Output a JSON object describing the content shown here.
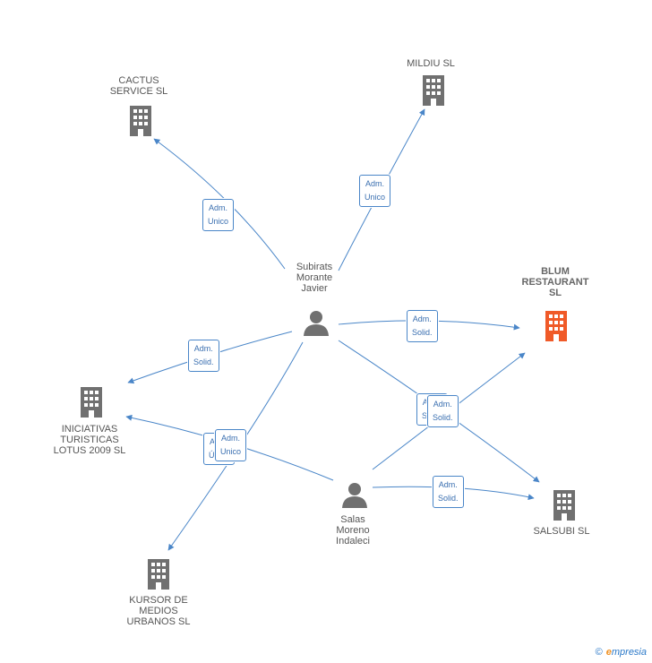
{
  "nodes": {
    "cactus": {
      "label": [
        "CACTUS",
        "SERVICE SL"
      ],
      "type": "company"
    },
    "mildiu": {
      "label": [
        "MILDIU SL"
      ],
      "type": "company"
    },
    "blum": {
      "label": [
        "BLUM",
        "RESTAURANT",
        "SL"
      ],
      "type": "company-focus"
    },
    "iniciativas": {
      "label": [
        "INICIATIVAS",
        "TURISTICAS",
        "LOTUS 2009 SL"
      ],
      "type": "company"
    },
    "kursor": {
      "label": [
        "KURSOR DE",
        "MEDIOS",
        "URBANOS SL"
      ],
      "type": "company"
    },
    "salsubi": {
      "label": [
        "SALSUBI SL"
      ],
      "type": "company"
    },
    "subirats": {
      "label": [
        "Subirats",
        "Morante",
        "Javier"
      ],
      "type": "person"
    },
    "salas": {
      "label": [
        "Salas",
        "Moreno",
        "Indaleci"
      ],
      "type": "person"
    }
  },
  "edge_labels": {
    "subirats_cactus": [
      "Adm.",
      "Unico"
    ],
    "subirats_mildiu": [
      "Adm.",
      "Unico"
    ],
    "subirats_blum": [
      "Adm.",
      "Solid."
    ],
    "subirats_iniciativas": [
      "Adm.",
      "Solid."
    ],
    "subirats_kursor_under": [
      "Adm.",
      "Único"
    ],
    "subirats_kursor": [
      "Adm.",
      "Unico"
    ],
    "salas_blum_under": [
      "Adm.",
      "Solid."
    ],
    "salas_blum": [
      "Adm.",
      "Solid."
    ],
    "salas_salsubi": [
      "Adm.",
      "Solid."
    ]
  },
  "colors": {
    "company": "#707070",
    "company_focus": "#f05a28",
    "person": "#707070",
    "edge": "#4a86c8"
  },
  "watermark": {
    "symbol": "©",
    "brand_first": "e",
    "brand_rest": "mpresia"
  }
}
